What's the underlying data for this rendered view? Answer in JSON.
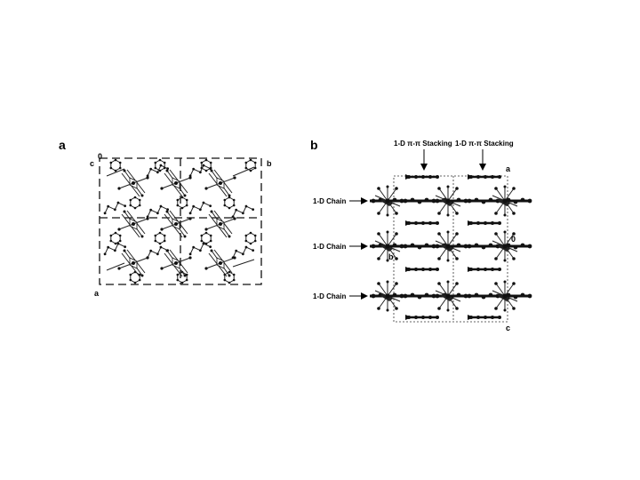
{
  "panel_a": {
    "letter": "a",
    "origin_label": "0",
    "axes": [
      "c",
      "b",
      "a"
    ]
  },
  "panel_b": {
    "letter": "b",
    "stacking_labels": [
      "1-D π-π Stacking",
      "1-D π-π Stacking"
    ],
    "chain_labels": [
      "1-D Chain",
      "1-D Chain",
      "1-D Chain"
    ],
    "axes": [
      "a",
      "0",
      "b",
      "c"
    ]
  }
}
